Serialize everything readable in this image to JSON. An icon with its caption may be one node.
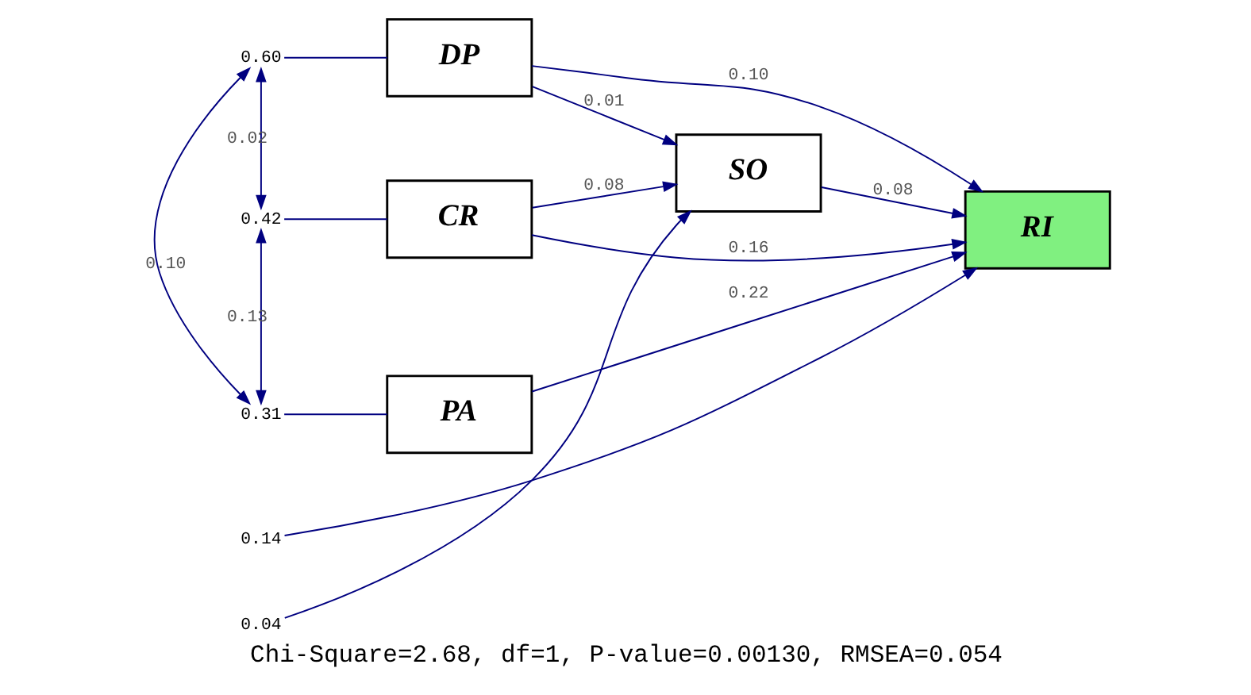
{
  "diagram": {
    "caption": "Chi-Square=2.68, df=1, P-value=0.00130, RMSEA=0.054",
    "nodes": [
      {
        "text": [
          "0.60"
        ]
      },
      {
        "text": [
          "DP"
        ]
      },
      {
        "text": [
          "SO"
        ]
      },
      {
        "text": [
          "0.04"
        ]
      },
      {
        "text": [
          "0.42"
        ]
      },
      {
        "text": [
          "CR"
        ]
      },
      {
        "text": [
          "RI"
        ]
      },
      {
        "text": [
          "0.14"
        ]
      },
      {
        "text": [
          "0.31"
        ]
      },
      {
        "text": [
          "PA"
        ]
      }
    ],
    "edges": [
      {
        "from": 0,
        "to": 1,
        "arrow": "none"
      },
      {
        "from": 4,
        "to": 5,
        "arrow": "none"
      },
      {
        "from": 8,
        "to": 9,
        "arrow": "none"
      },
      {
        "from": 3,
        "to": 2,
        "arrow": "to"
      },
      {
        "from": 7,
        "to": 6,
        "arrow": "to"
      },
      {
        "from": 0,
        "to": 4,
        "arrow": "both",
        "label": "0.02"
      },
      {
        "from": 4,
        "to": 8,
        "arrow": "both",
        "label": "0.13"
      },
      {
        "from": 0,
        "to": 8,
        "arrow": "both",
        "label": "0.10"
      },
      {
        "from": 1,
        "to": 2,
        "arrow": "to",
        "label": "0.01"
      },
      {
        "from": 5,
        "to": 2,
        "arrow": "to",
        "label": "0.08"
      },
      {
        "from": 1,
        "to": 6,
        "arrow": "to",
        "label": "0.10"
      },
      {
        "from": 5,
        "to": 6,
        "arrow": "to",
        "label": "0.16"
      },
      {
        "from": 2,
        "to": 6,
        "arrow": "to",
        "label": "0.08"
      },
      {
        "from": 9,
        "to": 6,
        "arrow": "to",
        "label": "0.22"
      }
    ]
  }
}
